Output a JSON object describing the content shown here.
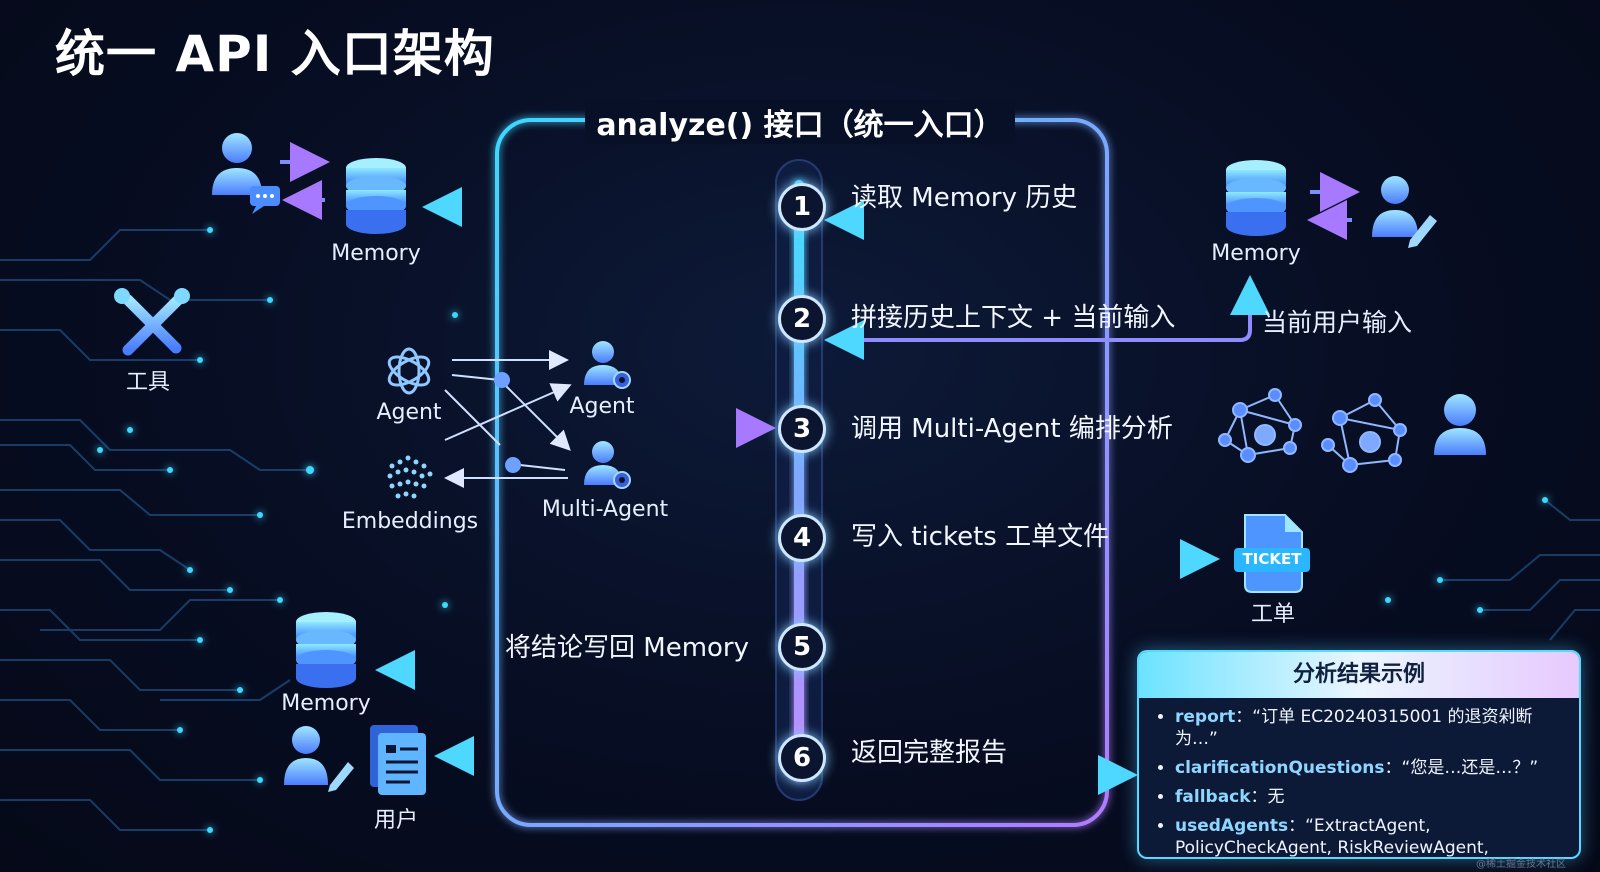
{
  "title": "统一 API 入口架构",
  "frame_title": "analyze() 接口（统一入口）",
  "steps": [
    {
      "num": "1",
      "label": "读取 Memory 历史"
    },
    {
      "num": "2",
      "label": "拼接历史上下文 + 当前输入"
    },
    {
      "num": "3",
      "label": "调用 Multi-Agent 编排分析"
    },
    {
      "num": "4",
      "label": "写入 tickets 工单文件"
    },
    {
      "num": "5",
      "label": "将结论写回 Memory"
    },
    {
      "num": "6",
      "label": "返回完整报告"
    }
  ],
  "left_nodes": {
    "memory_top": "Memory",
    "tools": "工具",
    "agent_openai": "Agent",
    "agent_gear": "Agent",
    "embeddings": "Embeddings",
    "multi_agent": "Multi-Agent",
    "memory_bottom": "Memory",
    "user": "用户"
  },
  "right_nodes": {
    "memory": "Memory",
    "current_input": "当前用户输入",
    "ticket_badge": "TICKET",
    "ticket": "工单"
  },
  "result_card": {
    "title": "分析结果示例",
    "items": [
      {
        "key": "report",
        "value": "：“订单 EC20240315001 的退资剁断为…”"
      },
      {
        "key": "clarificationQuestions",
        "value": "：“您是…还是…？”"
      },
      {
        "key": "fallback",
        "value": "：无"
      },
      {
        "key": "usedAgents",
        "value": "：“ExtractAgent, PolicyCheckAgent, RiskReviewAgent, QAAgent”"
      }
    ]
  },
  "watermark": "@稀土掘金技术社区",
  "colors": {
    "background": "#070d22",
    "cyan": "#4fd8ff",
    "violet": "#a779ff",
    "accent_key": "#8fd6ff"
  }
}
